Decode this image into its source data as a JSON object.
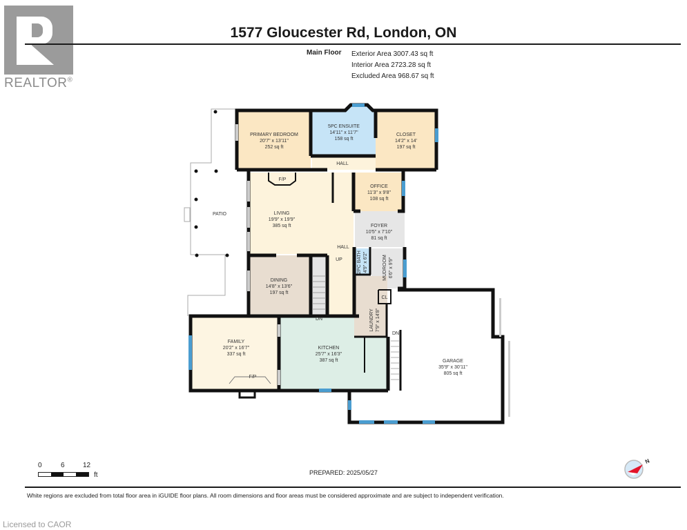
{
  "brand": {
    "logo_text": "REALTOR",
    "registered_mark": "®"
  },
  "header": {
    "title": "1577 Gloucester Rd, London, ON",
    "floor_label": "Main Floor",
    "areas": [
      "Exterior Area 3007.43 sq ft",
      "Interior Area 2723.28 sq ft",
      "Excluded Area 968.67 sq ft"
    ]
  },
  "colors": {
    "bedroom": "#fbe7c3",
    "bath": "#c6e4f7",
    "living": "#fdf3dc",
    "utility": "#e6e6e6",
    "dining": "#e8ddd0",
    "kitchen": "#ddeee6",
    "family": "#fdf5e2",
    "window": "#4a9dd0",
    "wall": "#111111"
  },
  "rooms": [
    {
      "name": "PRIMARY BEDROOM",
      "dims": "20'7\" x 13'11\"",
      "area": "252 sq ft"
    },
    {
      "name": "5PC ENSUITE",
      "dims": "14'11\" x 11'7\"",
      "area": "158 sq ft"
    },
    {
      "name": "CLOSET",
      "dims": "14'2\" x 14'",
      "area": "197 sq ft"
    },
    {
      "name": "OFFICE",
      "dims": "11'3\" x 9'8\"",
      "area": "108 sq ft"
    },
    {
      "name": "LIVING",
      "dims": "19'9\" x 19'9\"",
      "area": "385 sq ft"
    },
    {
      "name": "FOYER",
      "dims": "10'5\" x 7'10\"",
      "area": "81 sq ft"
    },
    {
      "name": "DINING",
      "dims": "14'8\" x 13'6\"",
      "area": "197 sq ft"
    },
    {
      "name": "FAMILY",
      "dims": "20'2\" x 16'7\"",
      "area": "337 sq ft"
    },
    {
      "name": "KITCHEN",
      "dims": "25'7\" x 16'3\"",
      "area": "387 sq ft"
    },
    {
      "name": "GARAGE",
      "dims": "35'9\" x 30'11\"",
      "area": "805 sq ft"
    }
  ],
  "rotated_rooms": [
    {
      "name": "2PC BATH",
      "dims": "4'9\" x 6'2\""
    },
    {
      "name": "MUDROOM",
      "dims": "6'6\" x 9'9\""
    },
    {
      "name": "LAUNDRY",
      "dims": "7'9\" x 14'8\""
    }
  ],
  "plain_labels": {
    "hall_top": "HALL",
    "hall_mid": "HALL",
    "patio": "PATIO",
    "fp_living": "F/P",
    "fp_family": "F/P",
    "up": "UP",
    "dn_stair": "DN",
    "dn_garage": "DN",
    "closet_small": "CL"
  },
  "scale": {
    "ticks": [
      "0",
      "6",
      "12"
    ],
    "unit": "ft"
  },
  "prepared": "PREPARED: 2025/05/27",
  "compass": {
    "north_label": "N"
  },
  "disclaimer": "White regions are excluded from total floor area in iGUIDE floor plans. All room dimensions and floor areas must be considered approximate and are subject to independent verification.",
  "license": "Licensed to CAOR"
}
